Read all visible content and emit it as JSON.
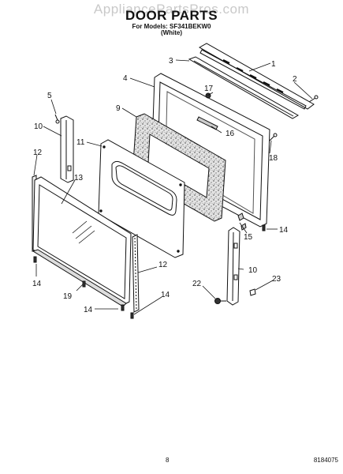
{
  "header": {
    "watermark": "AppliancePartsPros.com",
    "title": "DOOR PARTS",
    "models_line": "For Models: SF341BEKW0",
    "color_line": "(White)"
  },
  "callouts": [
    "1",
    "2",
    "3",
    "4",
    "5",
    "9",
    "10",
    "10",
    "11",
    "12",
    "12",
    "13",
    "14",
    "14",
    "14",
    "14",
    "15",
    "16",
    "17",
    "18",
    "19",
    "22",
    "23"
  ],
  "footer": {
    "page_number": "8",
    "document_number": "8184075"
  }
}
